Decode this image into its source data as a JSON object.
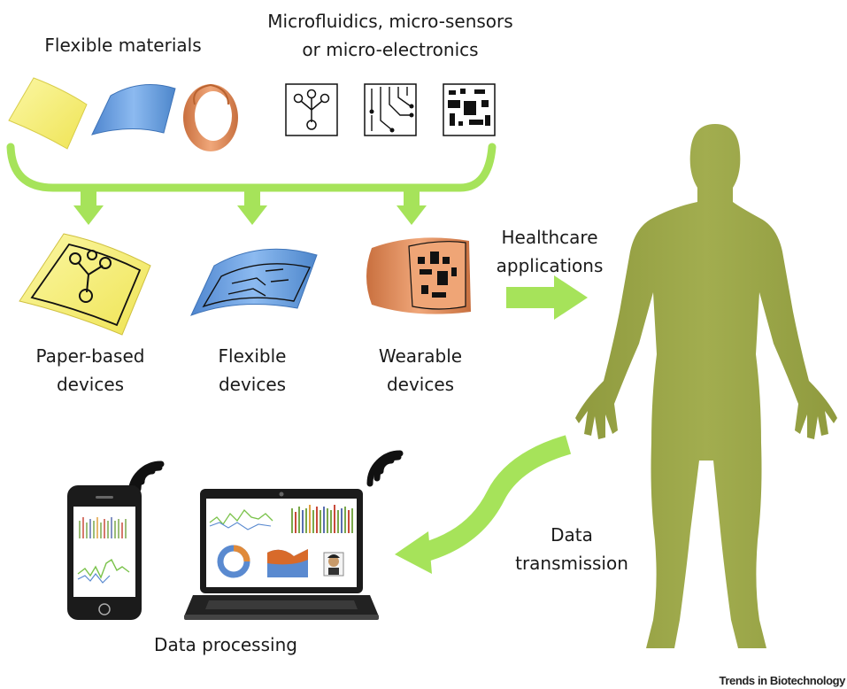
{
  "labels": {
    "flexible_materials": "Flexible materials",
    "micro": "Microfluidics, micro-sensors\nor micro-electronics",
    "paper_devices": "Paper-based\ndevices",
    "flexible_devices": "Flexible\ndevices",
    "wearable_devices": "Wearable\ndevices",
    "healthcare": "Healthcare\napplications",
    "data_transmission": "Data\ntransmission",
    "data_processing": "Data processing",
    "credit": "Trends in Biotechnology"
  },
  "colors": {
    "arrow_green": "#a6e35a",
    "body_olive": "#9aa548",
    "paper_yellow": "#f7f27a",
    "flex_blue": "#5b97d8",
    "band_orange": "#de8a5a",
    "device_dark": "#1b1b1b"
  },
  "icons": {
    "materials": [
      "paper-sheet-icon",
      "flexible-film-icon",
      "wristband-icon"
    ],
    "micro": [
      "microfluidic-chip-icon",
      "microsensor-circuit-icon",
      "microelectronics-chip-icon"
    ],
    "devices": [
      "paper-based-device-icon",
      "flexible-device-icon",
      "wearable-device-icon"
    ],
    "computing": [
      "smartphone-icon",
      "laptop-icon",
      "wifi-signal-icon"
    ],
    "human": "human-body-icon"
  }
}
